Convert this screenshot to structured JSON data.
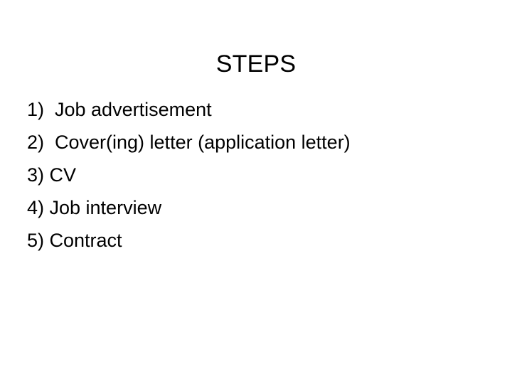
{
  "slide": {
    "title": "STEPS",
    "background_color": "#FFFFFF",
    "text_color": "#000000",
    "steps": [
      {
        "text": "1)  Job advertisement"
      },
      {
        "text": "2)  Cover(ing) letter (application letter)"
      },
      {
        "text": "3) CV"
      },
      {
        "text": "4) Job interview"
      },
      {
        "text": "5) Contract"
      }
    ]
  }
}
